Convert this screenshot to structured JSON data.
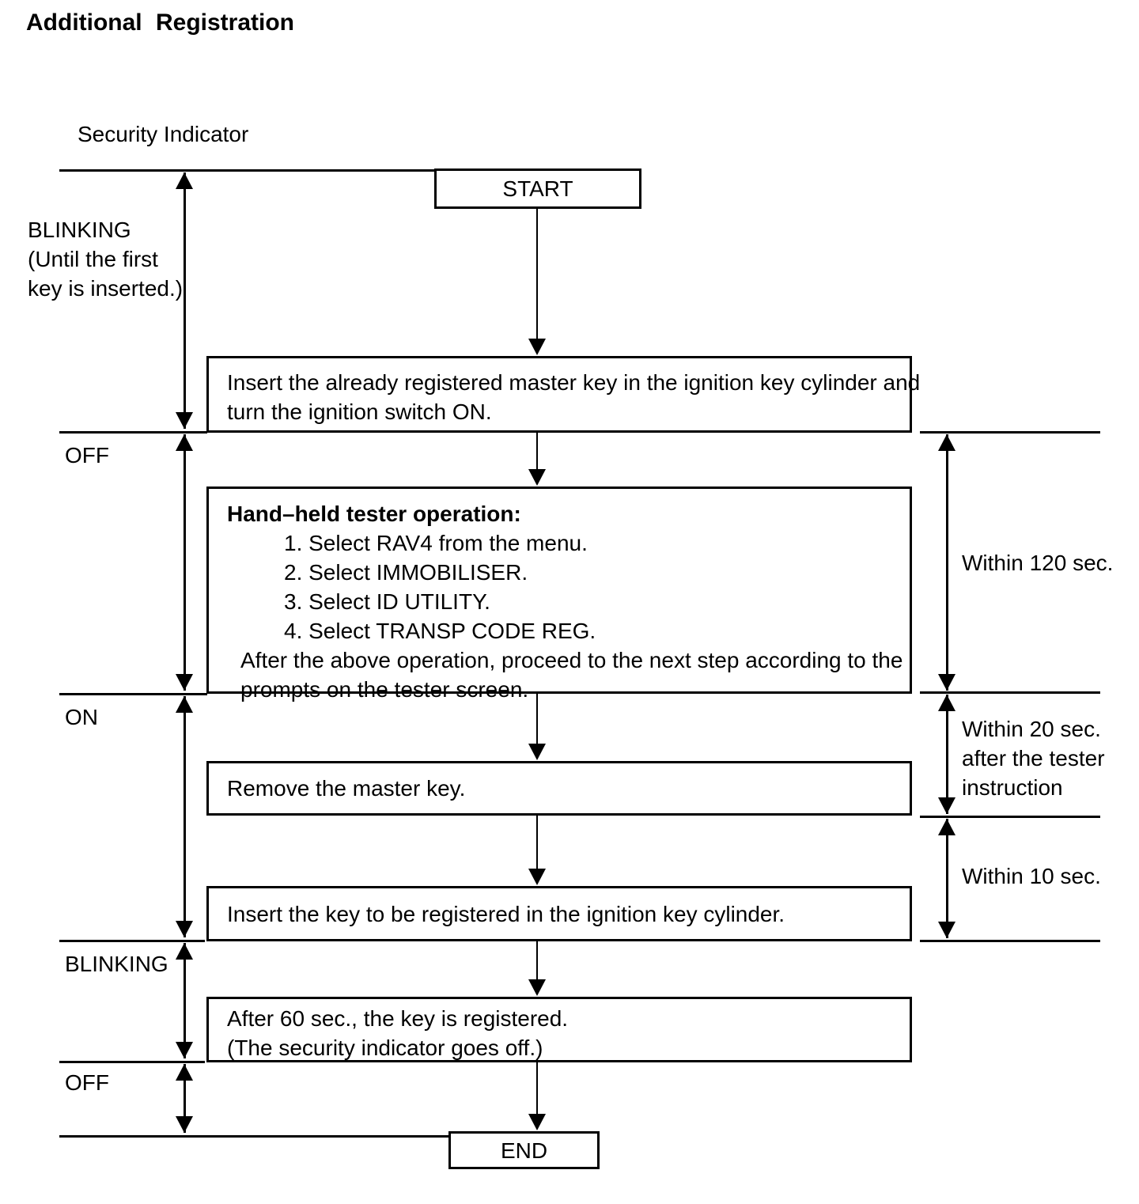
{
  "title": "Additional Registration",
  "security_indicator_label": "Security Indicator",
  "colors": {
    "ink": "#000000",
    "background": "#ffffff"
  },
  "timeline": {
    "seg1_state": "BLINKING",
    "seg1_note1": "(Until the first",
    "seg1_note2": "key is inserted.)",
    "seg2_state": "OFF",
    "seg3_state": "ON",
    "seg4_state": "BLINKING",
    "seg5_state": "OFF"
  },
  "flow": {
    "start": "START",
    "end": "END",
    "step1": {
      "line1": "Insert the already registered master key in the ignition key cylinder and",
      "line2": "turn the ignition switch ON."
    },
    "step2": {
      "heading": "Hand–held tester operation:",
      "items": [
        "1. Select RAV4 from the menu.",
        "2. Select IMMOBILISER.",
        "3. Select ID UTILITY.",
        "4. Select TRANSP CODE REG."
      ],
      "footer1": "After the above operation, proceed to the next step according to the",
      "footer2": "prompts on the tester screen."
    },
    "step3": "Remove the master key.",
    "step4": "Insert the key to be registered in the ignition key cylinder.",
    "step5": {
      "line1": "After 60 sec., the key is registered.",
      "line2": "(The security indicator goes off.)"
    }
  },
  "timing": {
    "t120": "Within 120 sec.",
    "t20a": "Within 20 sec.",
    "t20b": "after the tester",
    "t20c": "instruction",
    "t10": "Within 10 sec."
  }
}
